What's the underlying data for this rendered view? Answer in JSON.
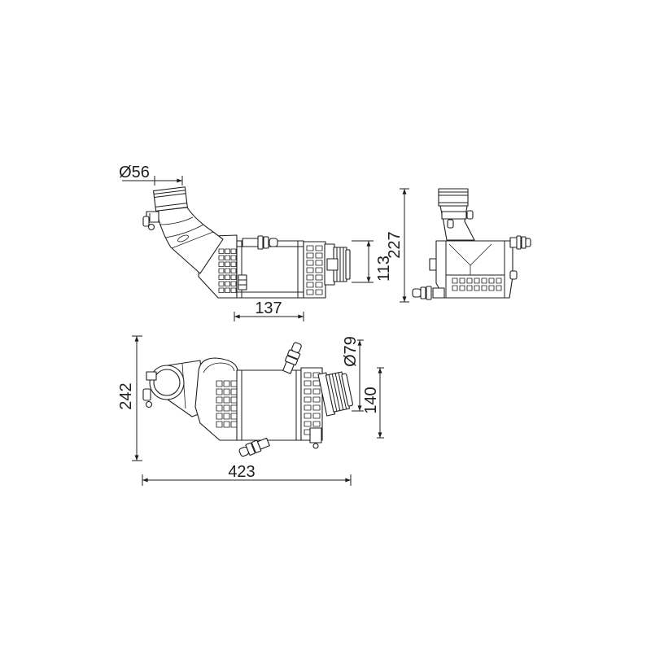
{
  "colors": {
    "ink": "#1e1e1e",
    "background": "#ffffff"
  },
  "dimensions": {
    "inlet_diameter": "Ø56",
    "front_height": "113",
    "core_width": "137",
    "side_height": "227",
    "outlet_diameter": "Ø79",
    "depth": "242",
    "outlet_height": "140",
    "overall_length": "423"
  }
}
